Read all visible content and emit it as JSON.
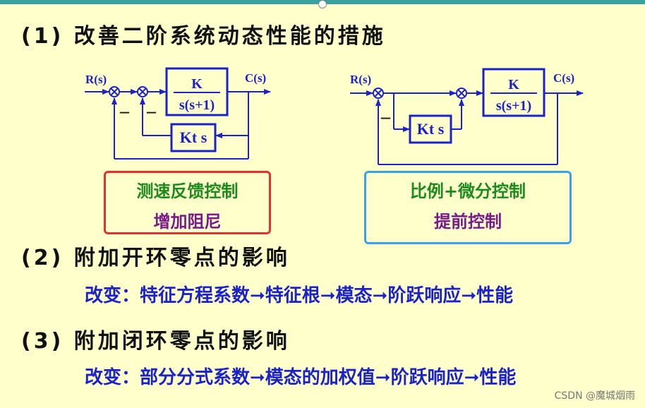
{
  "headings": {
    "h1": "(1) 改善二阶系统动态性能的措施",
    "h2": "(2) 附加开环零点的影响",
    "h3": "(3) 附加闭环零点的影响"
  },
  "lines": {
    "open_loop_effect": "改变：特征方程系数➞特征根➞模态➞阶跃响应➞性能",
    "closed_loop_effect": "改变：部分分式系数➞模态的加权值➞阶跃响应➞性能"
  },
  "diagram_left": {
    "input": "R(s)",
    "output": "C(s)",
    "plant_num": "K",
    "plant_den": "s(s+1)",
    "feedback": "Kt s",
    "minus": "–"
  },
  "diagram_right": {
    "input": "R(s)",
    "output": "C(s)",
    "plant_num": "K",
    "plant_den": "s(s+1)",
    "feedforward": "Kt s",
    "minus": "–"
  },
  "cards": {
    "left_title": "测速反馈控制",
    "left_sub": "增加阻尼",
    "right_title": "比例+微分控制",
    "right_sub": "提前控制"
  },
  "watermark": "CSDN @魔城烟雨",
  "colors": {
    "line": "#1a22c8",
    "box": "#1a22c8",
    "left_card": "#e83030",
    "right_card": "#3aa0e8"
  }
}
